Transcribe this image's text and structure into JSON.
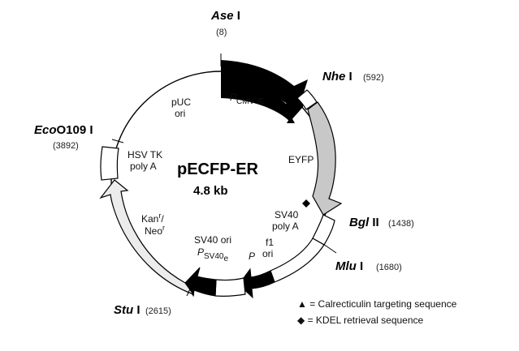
{
  "plasmid": {
    "name": "pECFP-ER",
    "size": "4.8 kb"
  },
  "sites": {
    "ase": {
      "name": "Ase",
      "suffix": " I",
      "pos": "(8)"
    },
    "nhe": {
      "name": "Nhe",
      "suffix": " I",
      "pos": "(592)"
    },
    "bgl": {
      "name": "Bgl",
      "suffix": " II",
      "pos": "(1438)"
    },
    "mlu": {
      "name": "Mlu",
      "suffix": " I",
      "pos": "(1680)"
    },
    "stu": {
      "name": "Stu",
      "suffix": " I",
      "pos": "(2615)"
    },
    "eco": {
      "name": "Eco",
      "suffix": "O109 I",
      "pos": "(3892)"
    }
  },
  "features": {
    "pcmv": {
      "p": "P",
      "sub": "CMV IE"
    },
    "puc": {
      "line1": "pUC",
      "line2": "ori"
    },
    "hsv": {
      "line1": "HSV TK",
      "line2": "poly A"
    },
    "eyfp": "EYFP",
    "sv40pa": {
      "line1": "SV40",
      "line2": "poly A"
    },
    "f1": {
      "line1": "f1",
      "line2": "ori"
    },
    "kan": {
      "kan": "Kan",
      "sup1": "r",
      "slash": "/",
      "neo": "Neo",
      "sup2": "r"
    },
    "sv40ori": "SV40 ori",
    "psv40": {
      "p": "P",
      "sub": "SV40",
      "e": "e"
    },
    "p": "P"
  },
  "legend": {
    "calr": "▲ = Calrecticulin targeting sequence",
    "kdel": "◆ = KDEL retrieval sequence"
  },
  "colors": {
    "black_segment": "#000000",
    "gray_segment": "#c8c8c8",
    "light_segment": "#ececec",
    "outline": "#000000"
  }
}
